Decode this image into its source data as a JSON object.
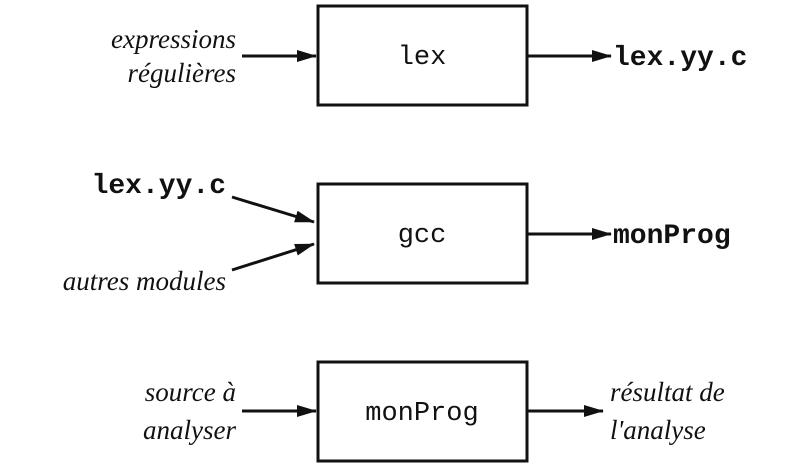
{
  "stage1": {
    "input_line1": "expressions",
    "input_line2": "régulières",
    "box": "lex",
    "output": "lex.yy.c"
  },
  "stage2": {
    "input_a": "lex.yy.c",
    "input_b": "autres modules",
    "box": "gcc",
    "output": "monProg"
  },
  "stage3": {
    "input_line1": "source à",
    "input_line2": "analyser",
    "box": "monProg",
    "output_line1": "résultat de",
    "output_line2": "l'analyse"
  }
}
